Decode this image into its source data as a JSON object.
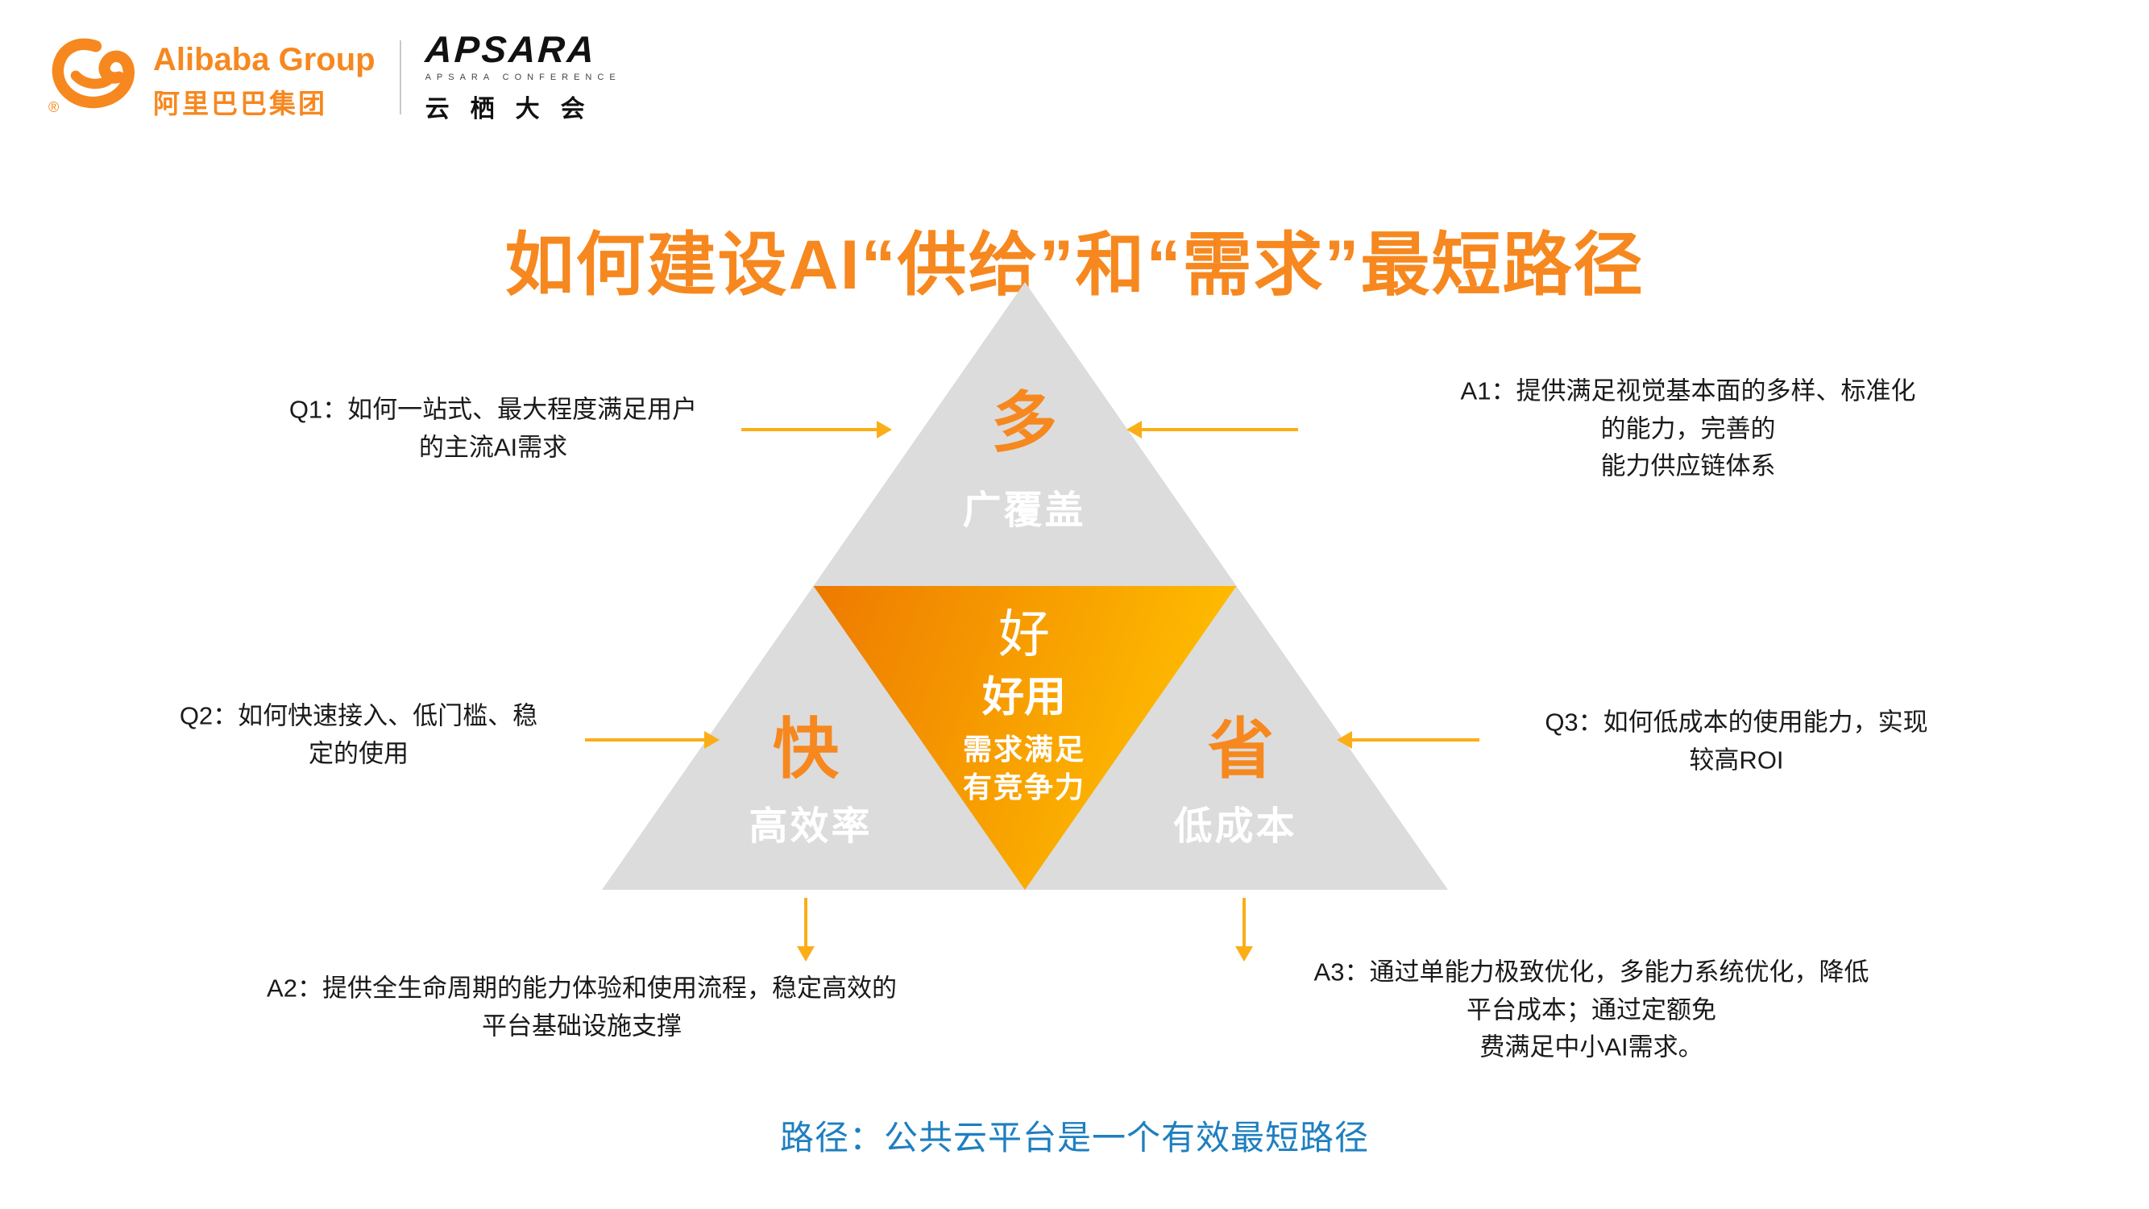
{
  "header": {
    "alibaba_name": "Alibaba Group",
    "alibaba_cn": "阿里巴巴集团",
    "registered": "®",
    "apsara_name": "APSARA",
    "apsara_sub": "APSARA CONFERENCE",
    "apsara_cn": "云栖大会"
  },
  "title": "如何建设AI“供给”和“需求”最短路径",
  "triangle": {
    "top": {
      "big": "多",
      "sub": "广覆盖"
    },
    "left": {
      "big": "快",
      "sub": "高效率"
    },
    "right": {
      "big": "省",
      "sub": "低成本"
    },
    "center": {
      "big": "好",
      "sub": "好用",
      "line1": "需求满足",
      "line2": "有竞争力"
    }
  },
  "callouts": {
    "q1": {
      "lines": [
        "Q1：如何一站式、最大程度满足用户",
        "的主流AI需求"
      ]
    },
    "a1": {
      "lines": [
        "A1：提供满足视觉基本面的多样、标准化的能力，完善的",
        "能力供应链体系"
      ]
    },
    "q2": {
      "lines": [
        "Q2：如何快速接入、低门槛、稳",
        "定的使用"
      ]
    },
    "q3": {
      "lines": [
        "Q3：如何低成本的使用能力，实现",
        "较高ROI"
      ]
    },
    "a2": {
      "lines": [
        "A2：提供全生命周期的能力体验和使用流程，稳定高效的",
        "平台基础设施支撑"
      ]
    },
    "a3": {
      "lines": [
        "A3：通过单能力极致优化，多能力系统优化，降低平台成本；通过定额免",
        "费满足中小AI需求。"
      ]
    }
  },
  "footer": "路径：公共云平台是一个有效最短路径",
  "colors": {
    "accent_orange": "#F6881F",
    "arrow_yellow": "#FBAE17",
    "triangle_gray": "#DCDCDC",
    "gradient_start": "#EE7A00",
    "gradient_end": "#FFBE00",
    "footer_blue": "#1E7FC0"
  }
}
